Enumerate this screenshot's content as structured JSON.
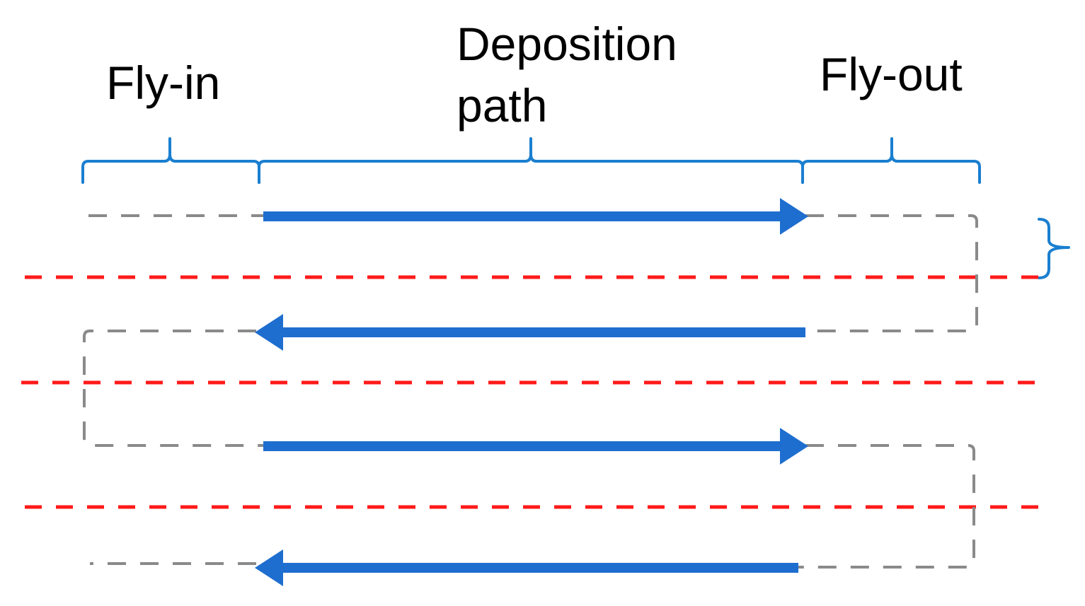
{
  "labels": {
    "fly_in": "Fly-in",
    "deposition_line1": "Deposition",
    "deposition_line2": "path",
    "fly_out": "Fly-out"
  },
  "colors": {
    "deposition_arrow": "#1e6ecf",
    "travel_path": "#8a8a8a",
    "layer_boundary": "#ff1a1a",
    "bracket": "#1a7fd0",
    "text": "#000000"
  },
  "passes": [
    {
      "direction": "right"
    },
    {
      "direction": "left"
    },
    {
      "direction": "right"
    },
    {
      "direction": "left"
    }
  ]
}
